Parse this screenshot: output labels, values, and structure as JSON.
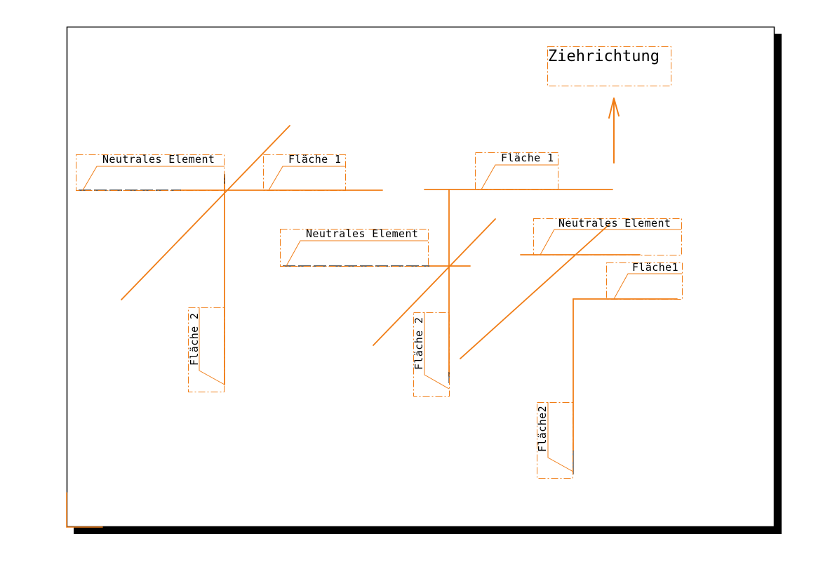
{
  "colors": {
    "background": "#ffffff",
    "sheet": "#ffffff",
    "sheet_border": "#000000",
    "sheet_shadow": "#000000",
    "geometry": "#f07d16",
    "label_frame": "#f07d16",
    "label_text": "#000000"
  },
  "labels": {
    "pull_direction": "Ziehrichtung",
    "a1_neutral": "Neutrales Element",
    "a1_face1": "Fläche 1",
    "a1_face2": "Fläche 2",
    "a2_neutral": "Neutrales Element",
    "a2_face1": "Fläche 1",
    "a2_face2": "Fläche 2",
    "a3_neutral": "Neutrales Element",
    "a3_face1": "Fläche1",
    "a3_face2": "Fläche2"
  }
}
